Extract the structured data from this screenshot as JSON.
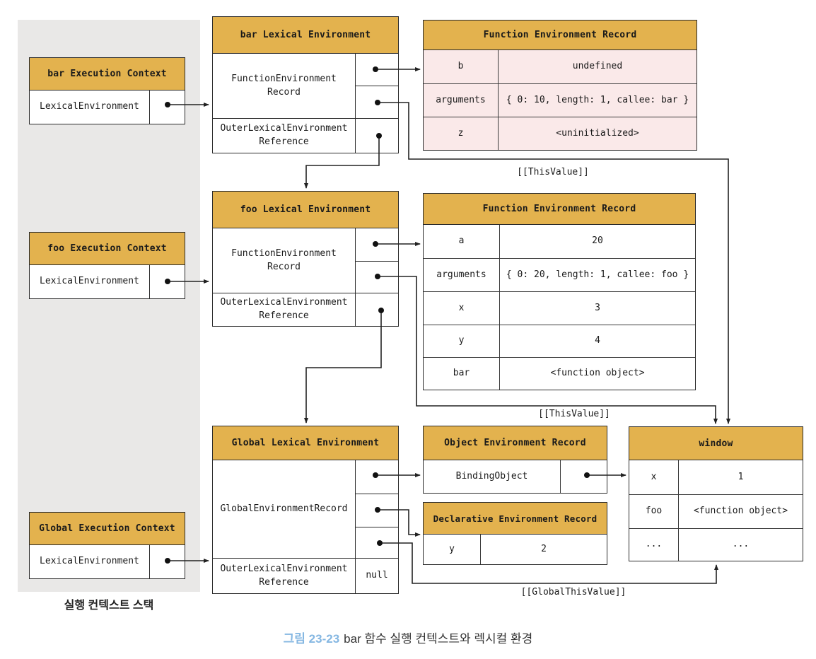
{
  "colors": {
    "gold": "#e3b24e",
    "pink": "#fae9e9",
    "panel": "#e9e8e7",
    "caption_blue": "#85b7e2"
  },
  "stack_panel": {
    "label": "실행 컨텍스트 스택"
  },
  "execution_contexts": [
    {
      "title": "bar Execution Context",
      "field": "LexicalEnvironment"
    },
    {
      "title": "foo Execution Context",
      "field": "LexicalEnvironment"
    },
    {
      "title": "Global Execution Context",
      "field": "LexicalEnvironment"
    }
  ],
  "lexical_environments": [
    {
      "title": "bar Lexical Environment",
      "record": "FunctionEnvironment Record",
      "outer": "OuterLexicalEnvironment Reference",
      "outer_value": ""
    },
    {
      "title": "foo Lexical Environment",
      "record": "FunctionEnvironment Record",
      "outer": "OuterLexicalEnvironment Reference",
      "outer_value": ""
    },
    {
      "title": "Global Lexical Environment",
      "record": "GlobalEnvironmentRecord",
      "outer": "OuterLexicalEnvironment Reference",
      "outer_value": "null"
    }
  ],
  "records": {
    "bar_fer": {
      "title": "Function Environment Record",
      "rows": [
        {
          "key": "b",
          "value": "undefined"
        },
        {
          "key": "arguments",
          "value": "{ 0: 10, length: 1, callee: bar }"
        },
        {
          "key": "z",
          "value": "<uninitialized>"
        }
      ]
    },
    "foo_fer": {
      "title": "Function Environment Record",
      "rows": [
        {
          "key": "a",
          "value": "20"
        },
        {
          "key": "arguments",
          "value": "{ 0: 20, length: 1, callee: foo }"
        },
        {
          "key": "x",
          "value": "3"
        },
        {
          "key": "y",
          "value": "4"
        },
        {
          "key": "bar",
          "value": "<function object>"
        }
      ]
    },
    "oer": {
      "title": "Object Environment Record",
      "field": "BindingObject"
    },
    "der": {
      "title": "Declarative Environment Record",
      "rows": [
        {
          "key": "y",
          "value": "2"
        }
      ]
    },
    "window_object": {
      "title": "window",
      "rows": [
        {
          "key": "x",
          "value": "1"
        },
        {
          "key": "foo",
          "value": "<function object>"
        },
        {
          "key": "...",
          "value": "..."
        }
      ]
    }
  },
  "labels": {
    "this_value_bar": "[[ThisValue]]",
    "this_value_foo": "[[ThisValue]]",
    "global_this_value": "[[GlobalThisValue]]"
  },
  "caption": {
    "number": "그림 23-23",
    "text": "bar 함수 실행 컨텍스트와 렉시컬 환경"
  }
}
